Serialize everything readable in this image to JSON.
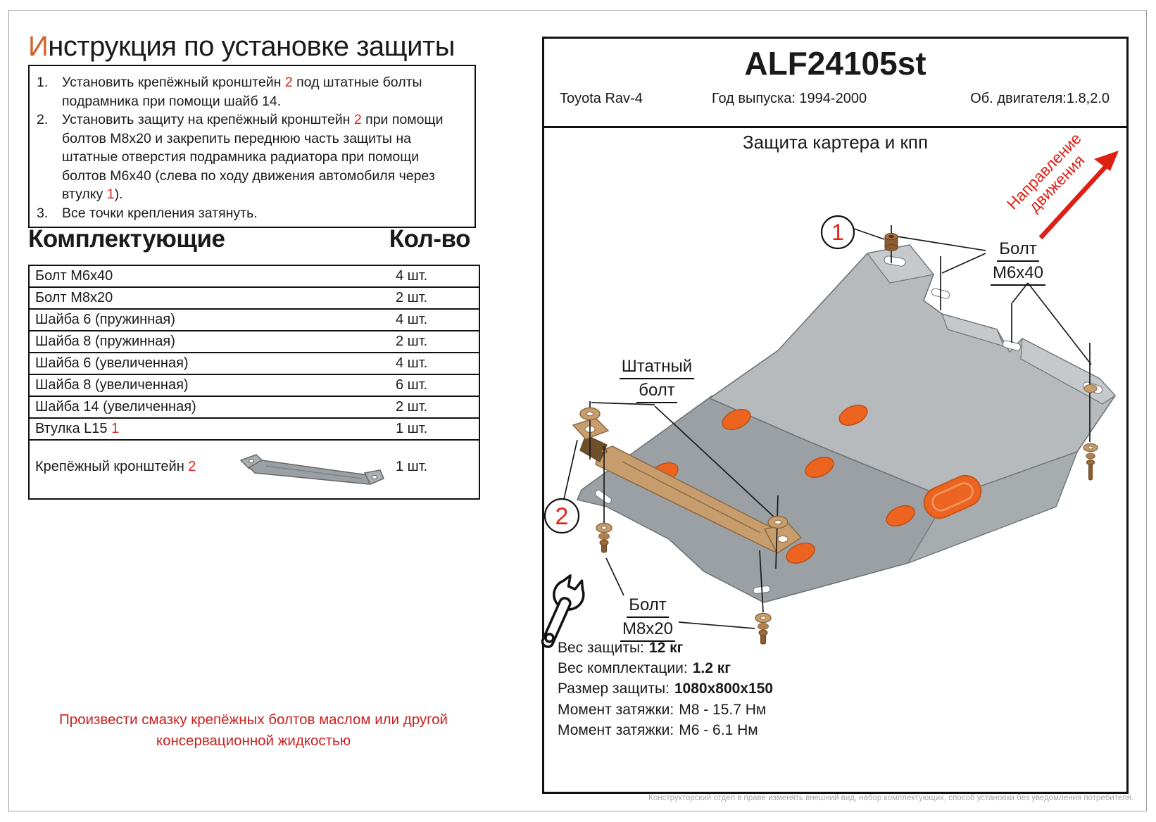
{
  "title_segments": [
    {
      "t": "И",
      "c": "orange"
    },
    {
      "t": "нструкция по установке защиты"
    }
  ],
  "instructions": {
    "items": [
      {
        "num": "1.",
        "segments": [
          {
            "t": "Установить крепёжный кронштейн "
          },
          {
            "t": "2",
            "c": "red"
          },
          {
            "t": " под штатные болты подрамника при помощи шайб 14."
          }
        ]
      },
      {
        "num": "2.",
        "segments": [
          {
            "t": "Установить защиту на крепёжный кронштейн "
          },
          {
            "t": "2",
            "c": "red"
          },
          {
            "t": " при помощи болтов М8х20 и закрепить переднюю часть защиты на штатные отверстия подрамника радиатора при помощи болтов М6х40 (слева по ходу движения автомобиля через втулку "
          },
          {
            "t": "1",
            "c": "red"
          },
          {
            "t": ")."
          }
        ]
      },
      {
        "num": "3.",
        "segments": [
          {
            "t": "Все точки крепления затянуть."
          }
        ]
      }
    ]
  },
  "components": {
    "heading": "Комплектующие",
    "qty_heading": "Кол-во",
    "rows": [
      {
        "name_segments": [
          {
            "t": "Болт М6х40"
          }
        ],
        "qty": "4 шт."
      },
      {
        "name_segments": [
          {
            "t": "Болт М8х20"
          }
        ],
        "qty": "2 шт."
      },
      {
        "name_segments": [
          {
            "t": "Шайба 6 (пружинная)"
          }
        ],
        "qty": "4 шт."
      },
      {
        "name_segments": [
          {
            "t": "Шайба 8 (пружинная)"
          }
        ],
        "qty": "2 шт."
      },
      {
        "name_segments": [
          {
            "t": "Шайба 6 (увеличенная)"
          }
        ],
        "qty": "4 шт."
      },
      {
        "name_segments": [
          {
            "t": "Шайба 8 (увеличенная)"
          }
        ],
        "qty": "6 шт."
      },
      {
        "name_segments": [
          {
            "t": "Шайба 14 (увеличенная)"
          }
        ],
        "qty": "2 шт."
      },
      {
        "name_segments": [
          {
            "t": "Втулка L15 "
          },
          {
            "t": "1",
            "c": "red"
          }
        ],
        "qty": "1 шт."
      }
    ],
    "bracket_row": {
      "name_segments": [
        {
          "t": "Крепёжный кронштейн "
        },
        {
          "t": "2",
          "c": "red"
        }
      ],
      "qty": "1 шт."
    }
  },
  "note_lines": [
    "Произвести смазку крепёжных болтов маслом или другой",
    "консервационной жидкостью"
  ],
  "panel": {
    "part_number": "ALF24105st",
    "model": "Toyota Rav-4",
    "year": "Год выпуска: 1994-2000",
    "engine": "Об. двигателя:1.8,2.0",
    "subtitle": "Защита картера и кпп",
    "direction_lines": [
      "Направление",
      "движения"
    ],
    "balloons": [
      "1",
      "2"
    ],
    "callouts": {
      "m6": [
        "Болт",
        "М6х40"
      ],
      "stock": [
        "Штатный",
        "болт"
      ],
      "m8": [
        "Болт",
        "М8х20"
      ]
    },
    "specs": [
      {
        "label": "Вес защиты:",
        "value": "12 кг"
      },
      {
        "label": "Вес комплектации:",
        "value": "1.2 кг"
      },
      {
        "label": "Размер защиты:",
        "value": "1080x800x150"
      },
      {
        "label": "Момент затяжки:",
        "value": "М8 - 15.7 Нм"
      },
      {
        "label": "Момент затяжки:",
        "value": "М6 - 6.1 Нм"
      }
    ],
    "footer": "Конструкторский отдел в праве изменять внешний вид, набор комплектующих, способ установки без уведомления потребителя.",
    "accent_red": "#dd1f14",
    "pad_orange": "#ec6420"
  }
}
